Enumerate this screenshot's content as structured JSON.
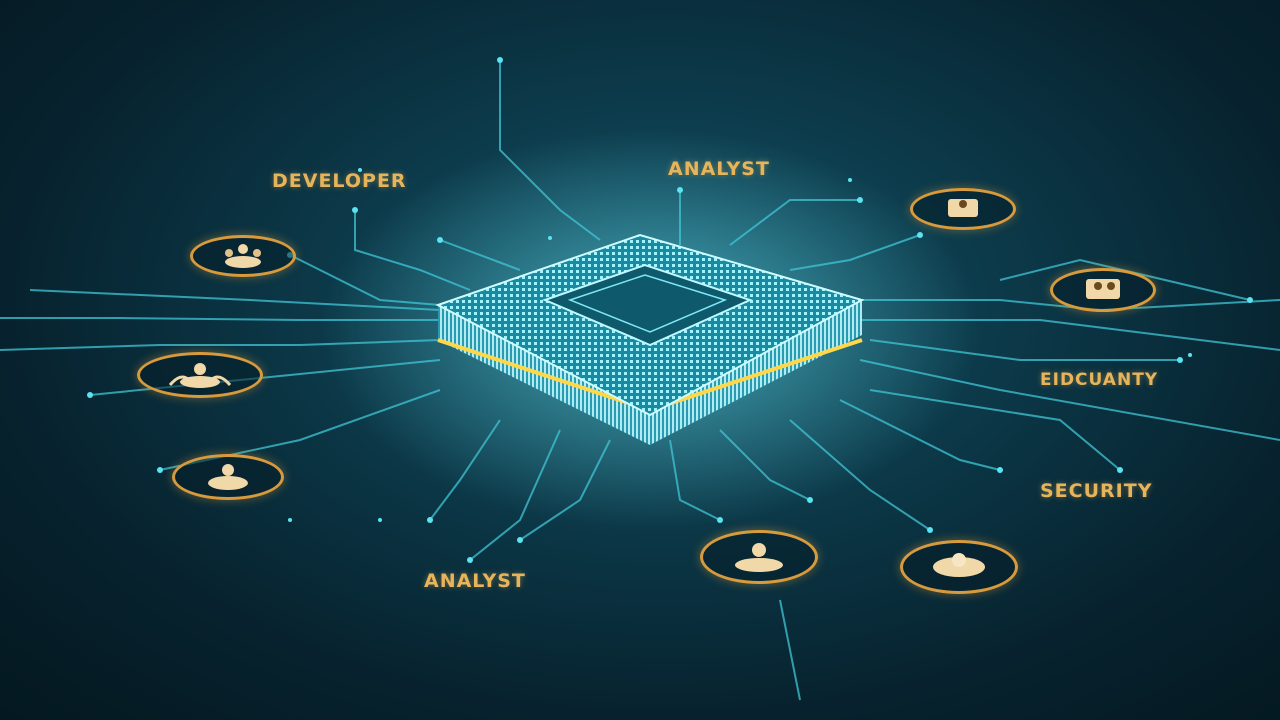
{
  "labels": {
    "developer": "DEVELOPER",
    "analyst_top": "ANALYST",
    "garbled": "EIDCUANTY",
    "security": "SECURITY",
    "analyst_bottom": "ANALYST"
  },
  "colors": {
    "background": "#0a2f3c",
    "circuit": "#3fc6d6",
    "chip_core": "#7fe8f0",
    "chip_band": "#ffd84a",
    "badge_border": "#d79a3c",
    "label_text": "#e8b45a"
  },
  "icons": [
    "user-group-icon",
    "user-group-icon",
    "user-group-icon",
    "user-group-icon",
    "user-group-icon",
    "user-group-icon",
    "user-group-icon"
  ]
}
